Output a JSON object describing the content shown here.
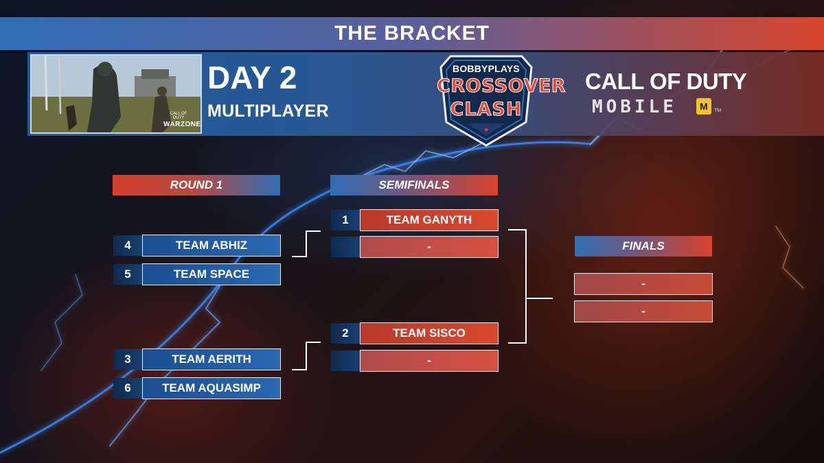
{
  "title": "THE BRACKET",
  "header": {
    "day": "DAY 2",
    "mode": "MULTIPLAYER",
    "thumbnail": {
      "line1": "CALL OF DUTY",
      "line2": "WARZONE"
    },
    "event_logo": {
      "top": "BOBBYPLAYS",
      "mid": "CROSSOVER",
      "bot": "CLASH"
    },
    "game_logo": {
      "title": "CALL OF DUTY",
      "sub": "MOBILE",
      "badge": "M",
      "tm": "TM",
      "reg": "®"
    }
  },
  "bracket": {
    "round1": {
      "label": "ROUND 1",
      "matches": [
        {
          "teams": [
            {
              "seed": "4",
              "name": "TEAM ABHIZ"
            },
            {
              "seed": "5",
              "name": "TEAM SPACE"
            }
          ]
        },
        {
          "teams": [
            {
              "seed": "3",
              "name": "TEAM AERITH"
            },
            {
              "seed": "6",
              "name": "TEAM AQUASIMP"
            }
          ]
        }
      ]
    },
    "semifinals": {
      "label": "SEMIFINALS",
      "matches": [
        {
          "teams": [
            {
              "seed": "1",
              "name": "TEAM GANYTH"
            },
            {
              "seed": "",
              "name": "-"
            }
          ]
        },
        {
          "teams": [
            {
              "seed": "2",
              "name": "TEAM SISCO"
            },
            {
              "seed": "",
              "name": "-"
            }
          ]
        }
      ]
    },
    "finals": {
      "label": "FINALS",
      "teams": [
        {
          "name": "-"
        },
        {
          "name": "-"
        }
      ]
    }
  },
  "colors": {
    "accent_red": "#d8452b",
    "accent_blue": "#2f6fb6",
    "line": "#ffffff"
  }
}
